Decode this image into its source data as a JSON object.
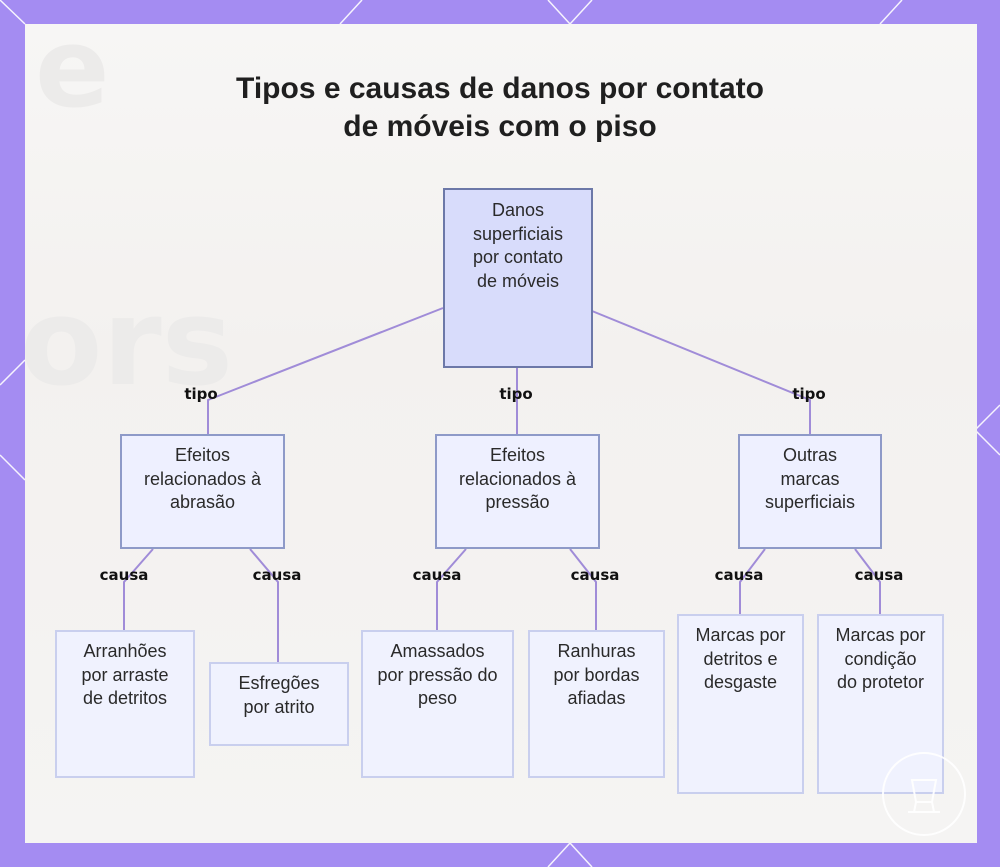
{
  "title": {
    "line1": "Tipos e causas de danos por contato",
    "line2": "de móveis com o piso"
  },
  "nodes": {
    "root": "Danos superficiais por contato de móveis",
    "abrasao": "Efeitos relacionados à abrasão",
    "pressao": "Efeitos relacionados à pressão",
    "outras": "Outras marcas superficiais",
    "arranhoes": "Arranhões por arraste de detritos",
    "esfregoes": "Esfregões por atrito",
    "amassados": "Amassados por pressão do peso",
    "ranhuras": "Ranhuras por bordas afiadas",
    "marcas_detritos": "Marcas por detritos e desgaste",
    "marcas_protetor": "Marcas por condição do protetor"
  },
  "edge_labels": {
    "tipo": "tipo",
    "causa": "causa"
  },
  "colors": {
    "frame": "#a48cf2",
    "edge": "#a08cd8",
    "root_fill": "#d8dcfb",
    "node_fill": "#eef0ff"
  }
}
